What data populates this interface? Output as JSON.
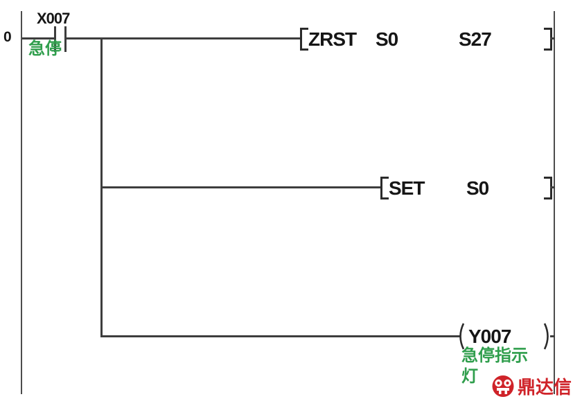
{
  "diagram": {
    "rung_number": "0",
    "contact": {
      "label": "X007",
      "comment": "急停"
    },
    "instructions": [
      {
        "opcode": "ZRST",
        "operands": [
          "S0",
          "S27"
        ]
      },
      {
        "opcode": "SET",
        "operands": [
          "S0"
        ]
      }
    ],
    "coil": {
      "label": "Y007",
      "comment_line1": "急停指示",
      "comment_line2": "灯"
    }
  },
  "watermark": {
    "text": "鼎达信"
  },
  "colors": {
    "wire": "#3d3d3d",
    "instruction_text": "#161616",
    "comment_green": "#2f9e4c",
    "watermark_red": "#cf2329",
    "background": "#ffffff"
  }
}
